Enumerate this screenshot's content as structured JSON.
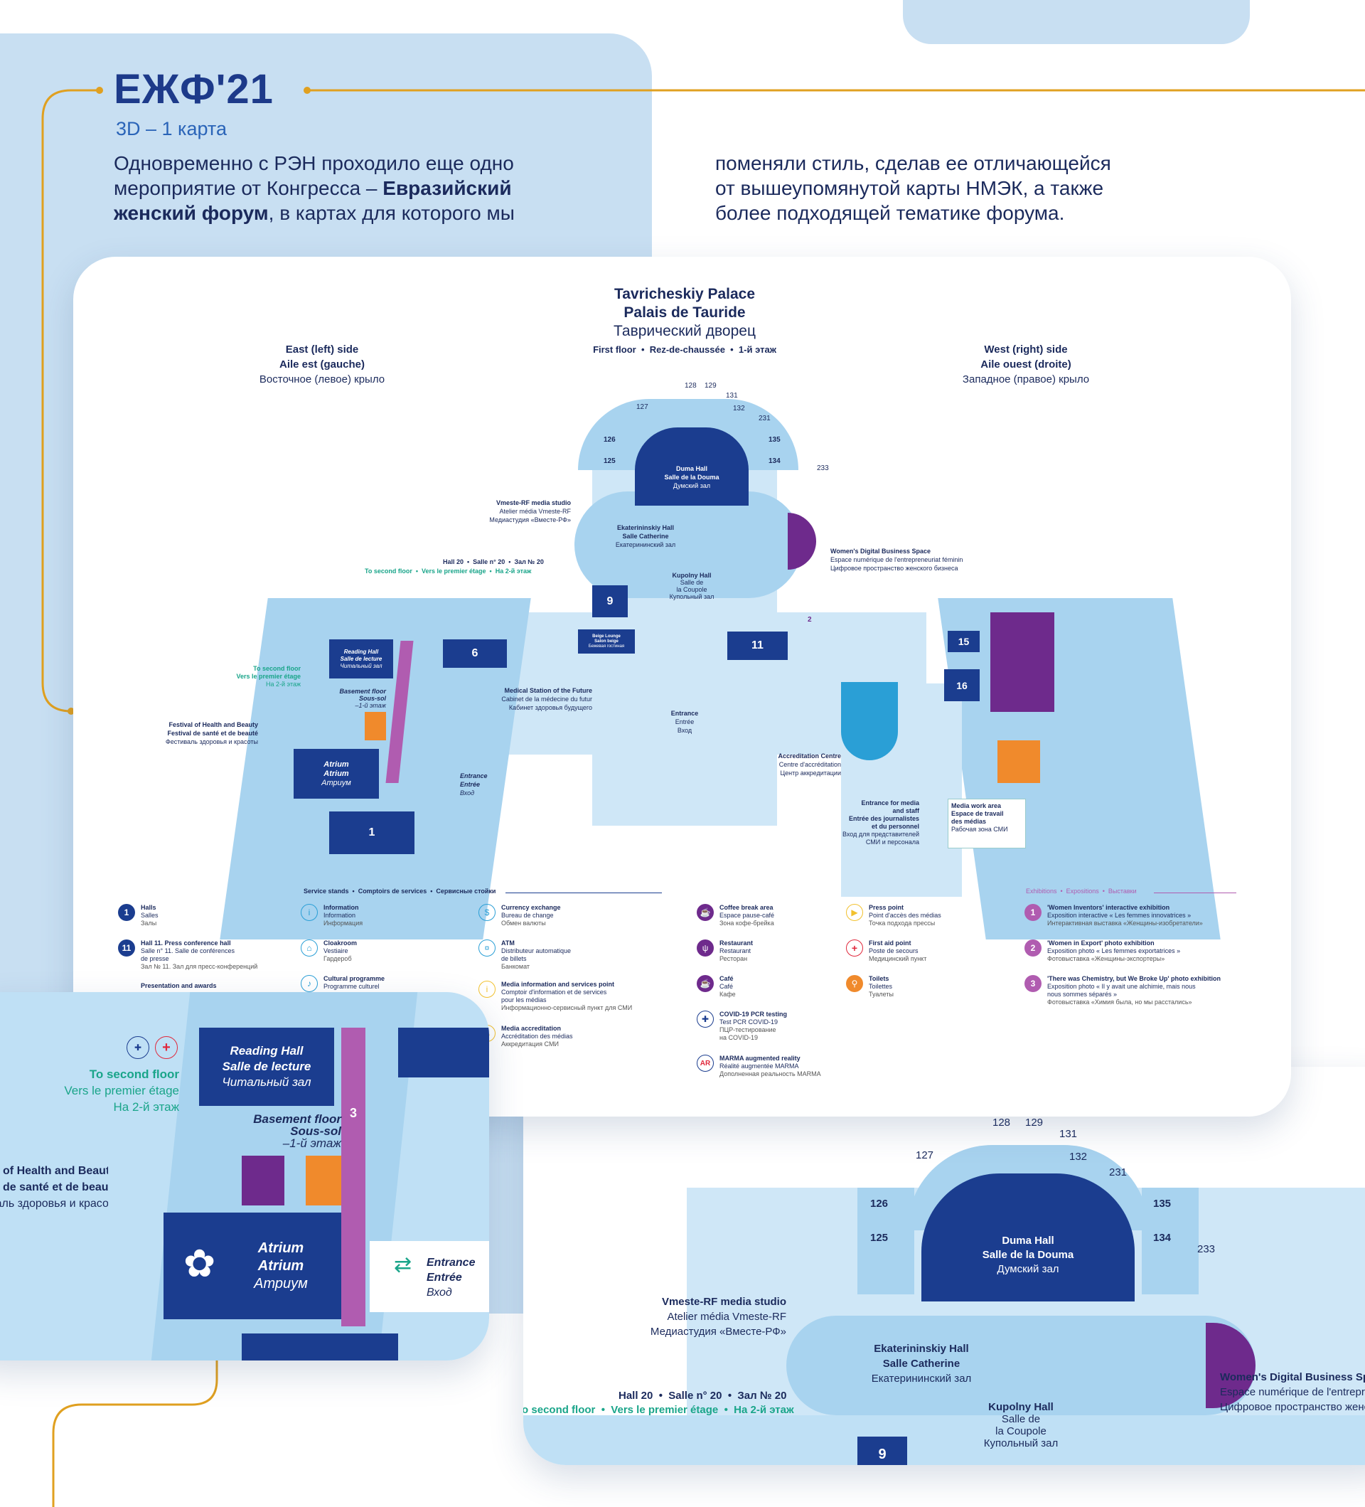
{
  "header": {
    "title": "ЕЖФ'21",
    "subtitle": "3D – 1 карта",
    "para_left_1": "Одновременно с РЭН проходило еще одно",
    "para_left_2a": "мероприятие от Конгресса – ",
    "para_left_2b": "Евразийский",
    "para_left_3a": "женский форум",
    "para_left_3b": ", в картах для которого мы",
    "para_right_1": "поменяли стиль, сделав ее отличающейся",
    "para_right_2": "от вышеупомянутой карты НМЭК, а также",
    "para_right_3": "более подходящей тематике форума."
  },
  "map": {
    "title_en": "Tavricheskiy Palace",
    "title_fr": "Palais de Tauride",
    "title_ru": "Таврический дворец",
    "floor": "First floor  •  Rez-de-chaussée  •  1-й этаж",
    "east_en": "East (left) side",
    "east_fr": "Aile est (gauche)",
    "east_ru": "Восточное (левое) крыло",
    "west_en": "West (right) side",
    "west_fr": "Aile ouest (droite)",
    "west_ru": "Западное (правое) крыло",
    "rooms": {
      "r128": "128",
      "r129": "129",
      "r131": "131",
      "r127": "127",
      "r132": "132",
      "r231": "231",
      "r126": "126",
      "r125": "125",
      "r135": "135",
      "r134": "134",
      "r233": "233",
      "r9": "9",
      "r6": "6",
      "r11": "11",
      "r15": "15",
      "r16": "16",
      "r1": "1",
      "r2": "2",
      "r3": "3"
    },
    "duma_en": "Duma Hall",
    "duma_fr": "Salle de la Douma",
    "duma_ru": "Думский зал",
    "vmeste_en": "Vmeste-RF media studio",
    "vmeste_fr": "Atelier média Vmeste-RF",
    "vmeste_ru": "Медиастудия «Вместе-РФ»",
    "ekat_en": "Ekaterininskiy Hall",
    "ekat_fr": "Salle Catherine",
    "ekat_ru": "Екатерининский зал",
    "wdbs_en": "Women's Digital Business Space",
    "wdbs_fr": "Espace numérique de l'entrepreneuriat féminin",
    "wdbs_ru": "Цифровое пространство женского бизнеса",
    "hall20": "Hall 20  •  Salle n° 20  •  Зал № 20",
    "to2nd": "To second floor  •  Vers le premier étage  •  На 2-й этаж",
    "kupol_en": "Kupolny Hall",
    "kupol_fr1": "Salle de",
    "kupol_fr2": "la Coupole",
    "kupol_ru": "Купольный зал",
    "reading_en": "Reading Hall",
    "reading_fr": "Salle de lecture",
    "reading_ru": "Читальный зал",
    "basement_en": "Basement floor",
    "basement_fr": "Sous-sol",
    "basement_ru": "–1-й этаж",
    "to2nd_en": "To second floor",
    "to2nd_fr": "Vers le premier étage",
    "to2nd_ru": "На 2-й этаж",
    "fest_en": "Festival of Health and Beauty",
    "fest_fr": "Festival de santé et de beauté",
    "fest_ru": "Фестиваль здоровья и красоты",
    "atrium_en": "Atrium",
    "atrium_fr": "Atrium",
    "atrium_ru": "Атриум",
    "entrance_en": "Entrance",
    "entrance_fr": "Entrée",
    "entrance_ru": "Вход",
    "medical_en": "Medical Station of the Future",
    "medical_fr": "Cabinet de la médecine du futur",
    "medical_ru": "Кабинет здоровья будущего",
    "beige_en": "Beige Lounge",
    "beige_fr": "Salon beige",
    "beige_ru": "Бежевая гостиная",
    "accr_en": "Accreditation Centre",
    "accr_fr": "Centre d'accréditation",
    "accr_ru": "Центр аккредитации",
    "media_ent_en1": "Entrance for media",
    "media_ent_en2": "and staff",
    "media_ent_fr1": "Entrée des journalistes",
    "media_ent_fr2": "et du personnel",
    "media_ent_ru1": "Вход для представителей",
    "media_ent_ru2": "СМИ и персонала",
    "mwa_en": "Media work area",
    "mwa_fr1": "Espace de travail",
    "mwa_fr2": "des médias",
    "mwa_ru": "Рабочая зона СМИ"
  },
  "legend": {
    "halls": {
      "num": "1",
      "en": "Halls",
      "fr": "Salles",
      "ru": "Залы"
    },
    "hall11": {
      "num": "11",
      "en": "Hall 11. Press conference hall",
      "fr1": "Salle n° 11. Salle de conférences",
      "fr2": "de presse",
      "ru": "Зал № 11. Зал для пресс-конференций"
    },
    "presentation": "Presentation and awards",
    "service_heading": "Service stands  •  Comptoirs de services  •  Сервисные стойки",
    "info": {
      "en": "Information",
      "fr": "Information",
      "ru": "Информация"
    },
    "cloak": {
      "en": "Cloakroom",
      "fr": "Vestiaire",
      "ru": "Гардероб"
    },
    "cultural": {
      "en": "Cultural programme",
      "fr": "Programme culturel"
    },
    "currency": {
      "en": "Currency exchange",
      "fr": "Bureau de change",
      "ru": "Обмен валюты"
    },
    "atm": {
      "en": "ATM",
      "fr1": "Distributeur automatique",
      "fr2": "de billets",
      "ru": "Банкомат"
    },
    "mediainfo": {
      "en": "Media information and services point",
      "fr1": "Comptoir d'information et de services",
      "fr2": "pour les médias",
      "ru": "Информационно-сервисный пункт для СМИ"
    },
    "mediaacc": {
      "en": "Media accreditation",
      "fr": "Accréditation des médias",
      "ru": "Аккредитация СМИ"
    },
    "coffee": {
      "en": "Coffee break area",
      "fr": "Espace pause-café",
      "ru": "Зона кофе-брейка"
    },
    "restaurant": {
      "en": "Restaurant",
      "fr": "Restaurant",
      "ru": "Ресторан"
    },
    "cafe": {
      "en": "Café",
      "fr": "Café",
      "ru": "Кафе"
    },
    "covid": {
      "en": "COVID-19 PCR testing",
      "fr": "Test PCR COVID-19",
      "ru1": "ПЦР-тестирование",
      "ru2": "на COVID-19"
    },
    "marma": {
      "en": "MARMA augmented reality",
      "fr": "Réalité augmentée MARMA",
      "ru": "Дополненная реальность MARMA"
    },
    "press": {
      "en": "Press point",
      "fr": "Point d'accès des médias",
      "ru": "Точка подхода прессы"
    },
    "firstaid": {
      "en": "First aid point",
      "fr": "Poste de secours",
      "ru": "Медицинский пункт"
    },
    "toilets": {
      "en": "Toilets",
      "fr": "Toilettes",
      "ru": "Туалеты"
    },
    "exhib_heading": "Exhibitions  •  Expositions  •  Выставки",
    "ex1": {
      "num": "1",
      "en": "'Women Inventors' interactive exhibition",
      "fr": "Exposition interactive « Les femmes innovatrices »",
      "ru": "Интерактивная выставка «Женщины-изобретатели»"
    },
    "ex2": {
      "num": "2",
      "en": "'Women in Export' photo exhibition",
      "fr": "Exposition photo « Les femmes exportatrices »",
      "ru": "Фотовыставка «Женщины-экспортеры»"
    },
    "ex3": {
      "num": "3",
      "en": "'There was Chemistry, but We Broke Up' photo exhibition",
      "fr1": "Exposition photo « Il y avait une alchimie, mais nous",
      "fr2": "nous sommes séparés »",
      "ru": "Фотовыставка «Химия была, но мы расстались»"
    }
  },
  "colors": {
    "navy": "#1b3d8f",
    "light_blue": "#c8dff2",
    "purple": "#6e2a8c",
    "orange": "#f08a2c",
    "teal": "#1aa58a",
    "gold_line": "#e0a020"
  }
}
